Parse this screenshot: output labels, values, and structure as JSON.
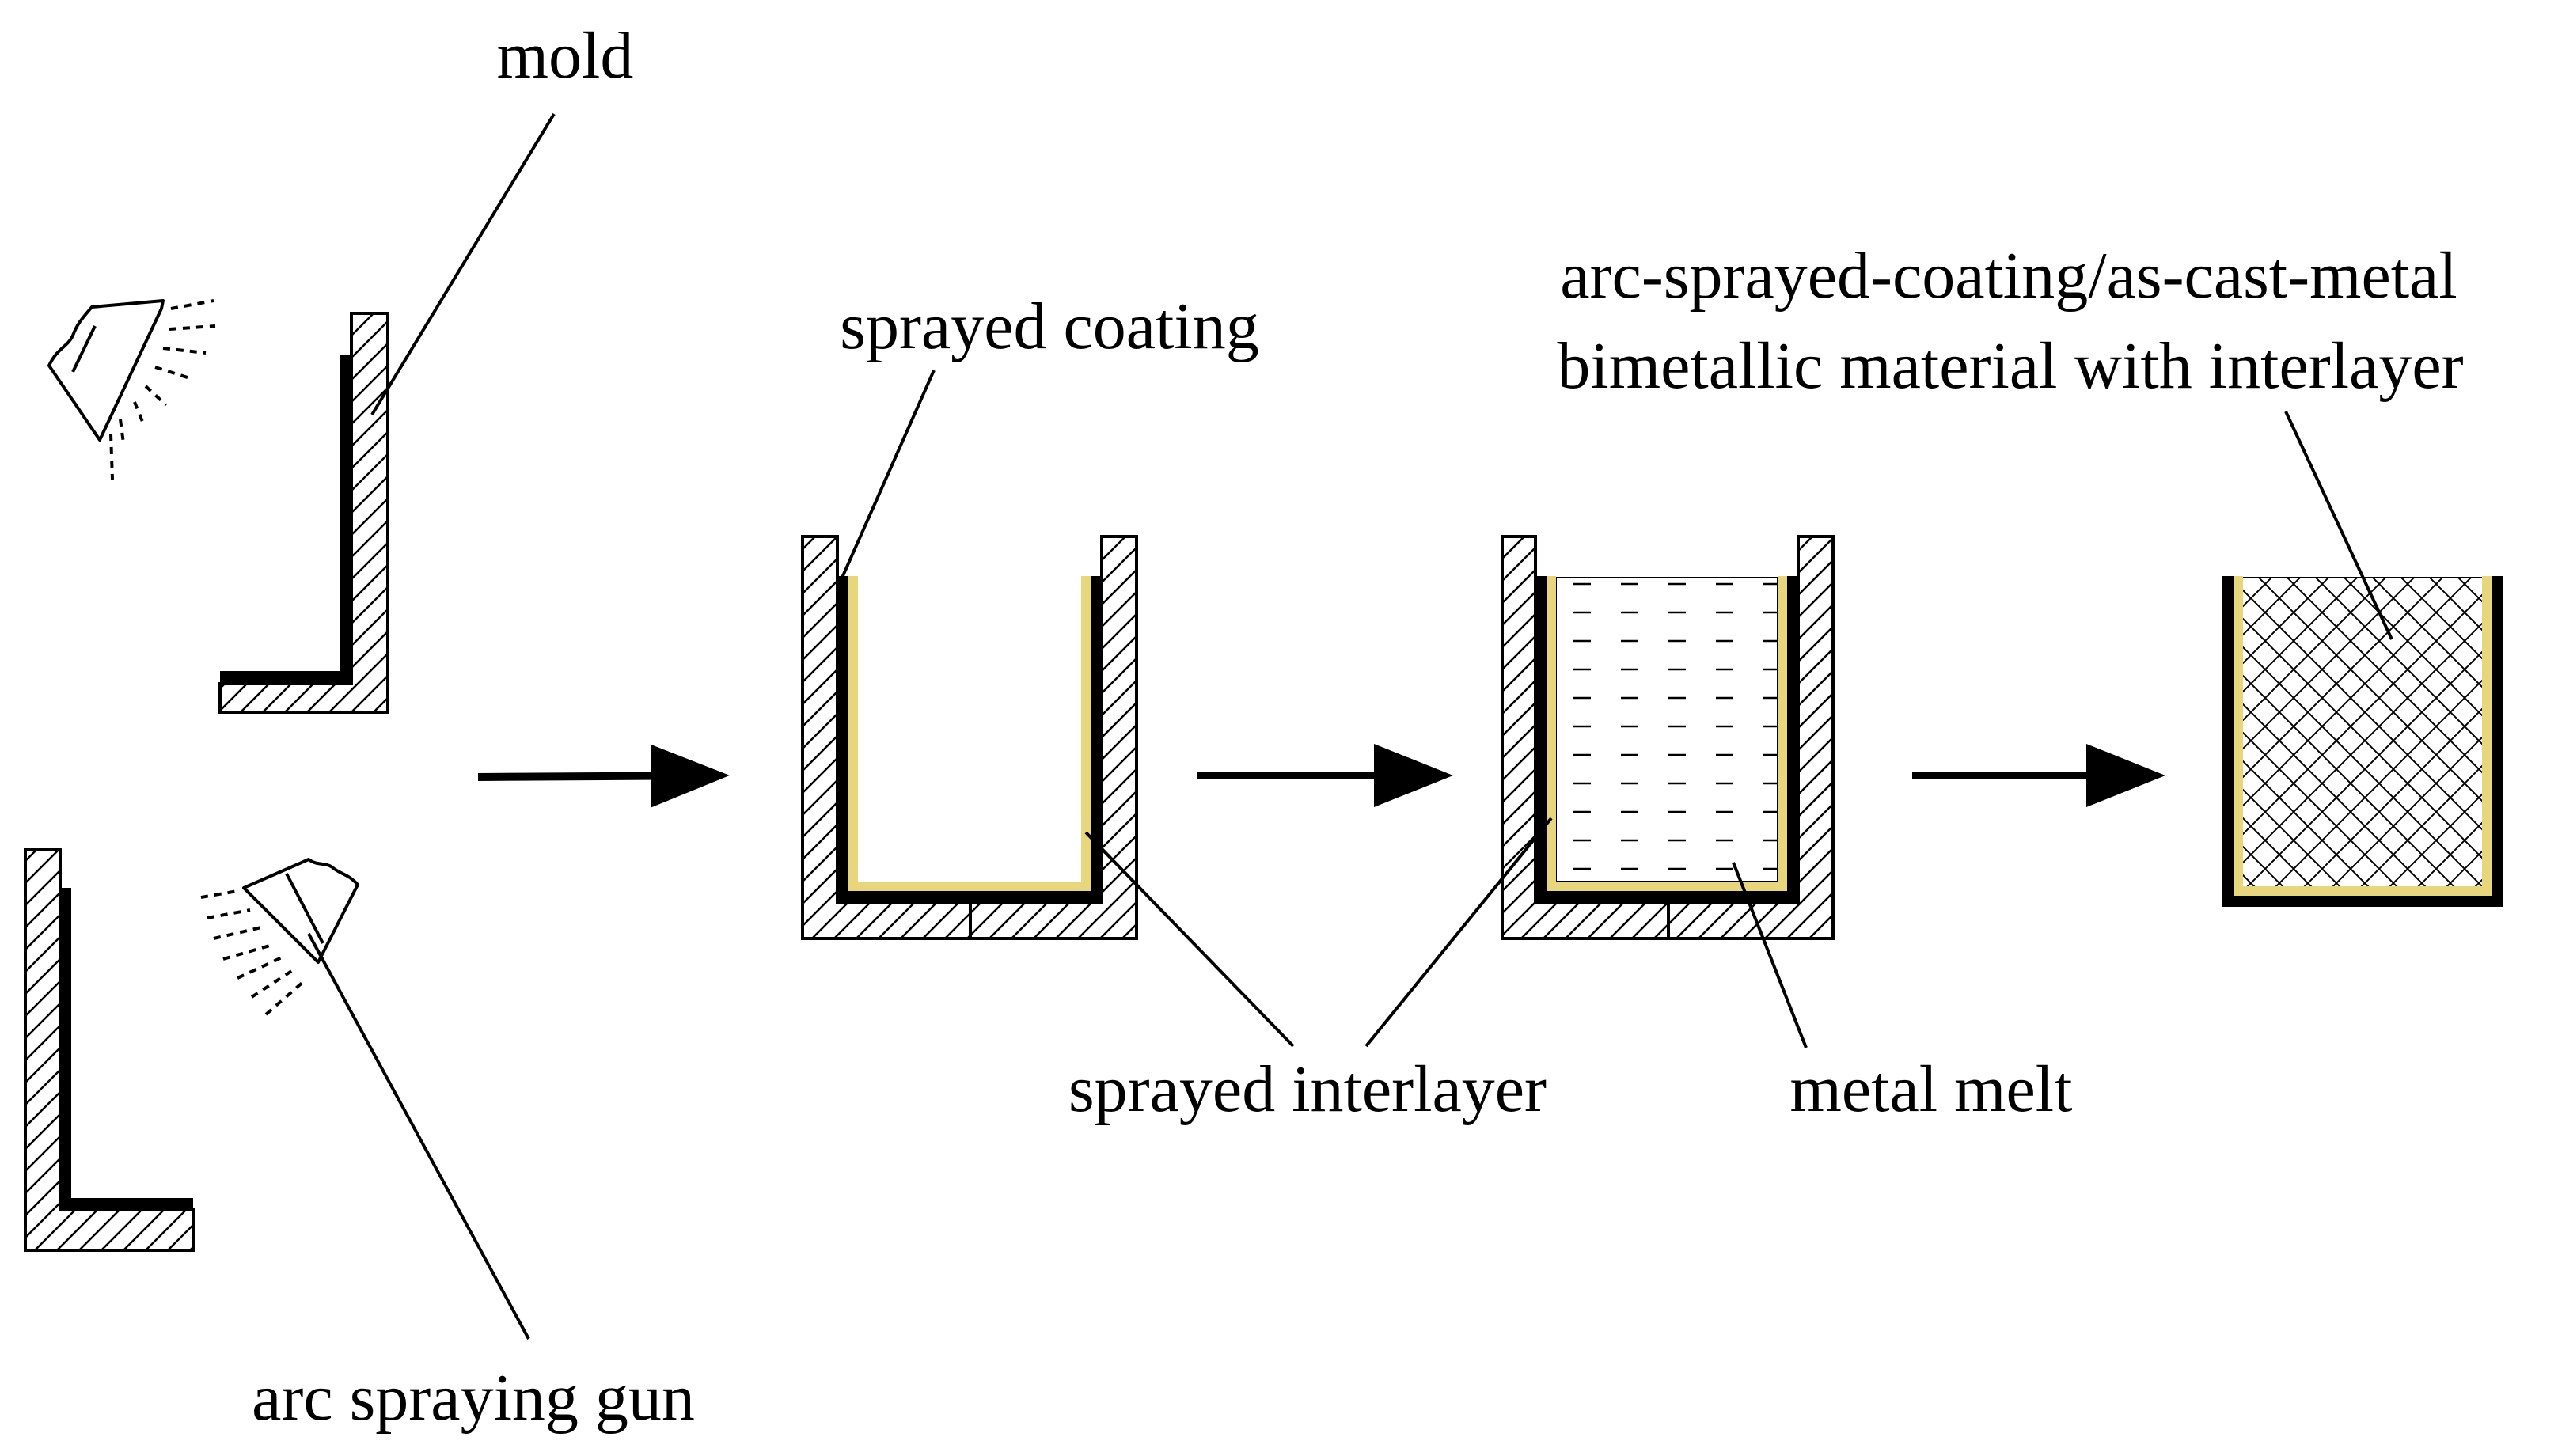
{
  "colors": {
    "coating": "#000000",
    "interlayer": "#e8d67c",
    "hatch": "#000000",
    "background": "#ffffff"
  },
  "labels": {
    "mold": "mold",
    "arc_spraying_gun": "arc spraying gun",
    "sprayed_coating": "sprayed coating",
    "sprayed_interlayer": "sprayed interlayer",
    "metal_melt": "metal melt",
    "product_line1": "arc-sprayed-coating/as-cast-metal",
    "product_line2": "bimetallic material with interlayer"
  },
  "icons": [
    "arc-spraying-gun-icon",
    "process-arrow-icon"
  ]
}
